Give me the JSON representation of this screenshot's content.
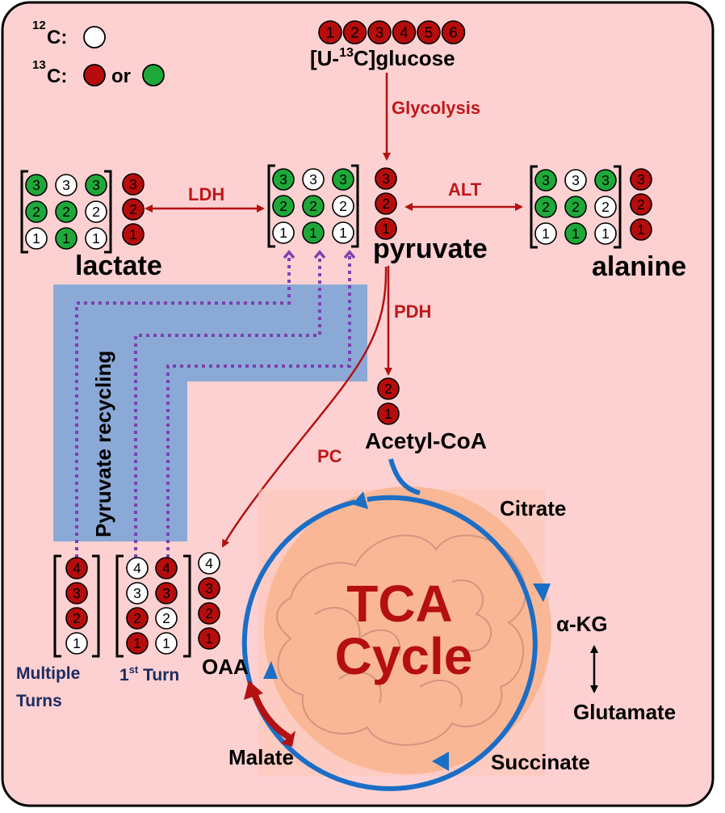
{
  "colors": {
    "background": "#fdd1d2",
    "frame": "#000000",
    "carbon_12": "#ffffff",
    "carbon_13_red": "#b70c0c",
    "carbon_13_green": "#1ea83a",
    "arrow_red": "#b31212",
    "label_red": "#c0171a",
    "tca_blue": "#1b6ec6",
    "recycling_band": "#8ba9d6",
    "recycling_dots": "#7a42b0",
    "mito_fill": "#fab796",
    "mito_cristae": "#d19580",
    "turn_label": "#1c2b5e",
    "tca_title": "#b50f0f"
  },
  "legend": {
    "c12_label": "C:",
    "c12_iso": "12",
    "c13_label": "C:",
    "c13_iso": "13",
    "or": "or"
  },
  "glucose": {
    "numbers": [
      "1",
      "2",
      "3",
      "4",
      "5",
      "6"
    ],
    "label_pre": "[U-",
    "label_iso": "13",
    "label_post": "C]glucose"
  },
  "pathway_labels": {
    "glycolysis": "Glycolysis",
    "ldh": "LDH",
    "alt": "ALT",
    "pdh": "PDH",
    "pc": "PC",
    "recycling": "Pyruvate recycling"
  },
  "metabolites": {
    "lactate": "lactate",
    "pyruvate": "pyruvate",
    "alanine": "alanine",
    "acetyl_coa": "Acetyl-CoA",
    "citrate": "Citrate",
    "akg": "α-KG",
    "glutamate": "Glutamate",
    "succinate": "Succinate",
    "malate": "Malate",
    "oaa": "OAA"
  },
  "tca": {
    "line1": "TCA",
    "line2": "Cycle"
  },
  "three_carbon_bracket": {
    "rows": [
      [
        {
          "n": "3",
          "c": "green"
        },
        {
          "n": "3",
          "c": "white"
        },
        {
          "n": "3",
          "c": "green"
        }
      ],
      [
        {
          "n": "2",
          "c": "green"
        },
        {
          "n": "2",
          "c": "green"
        },
        {
          "n": "2",
          "c": "white"
        }
      ],
      [
        {
          "n": "1",
          "c": "white"
        },
        {
          "n": "1",
          "c": "green"
        },
        {
          "n": "1",
          "c": "white"
        }
      ]
    ],
    "side": [
      "3",
      "2",
      "1"
    ]
  },
  "acetyl_coa_carbons": [
    "2",
    "1"
  ],
  "oaa_groups": {
    "multiple_turns": [
      "4",
      "3",
      "2",
      "1"
    ],
    "multiple_turns_colors": [
      "red",
      "red",
      "red",
      "white"
    ],
    "first_turn_left": [
      "4",
      "3",
      "2",
      "1"
    ],
    "first_turn_left_colors": [
      "white",
      "white",
      "red",
      "red"
    ],
    "first_turn_right": [
      "4",
      "3",
      "2",
      "1"
    ],
    "first_turn_right_colors": [
      "red",
      "red",
      "white",
      "white"
    ],
    "oaa_column": [
      "4",
      "3",
      "2",
      "1"
    ],
    "oaa_column_colors": [
      "white",
      "red",
      "red",
      "red"
    ],
    "label_multiple": [
      "Multiple",
      "Turns"
    ],
    "label_first_pre": "1",
    "label_first_sup": "st",
    "label_first_post": " Turn"
  }
}
